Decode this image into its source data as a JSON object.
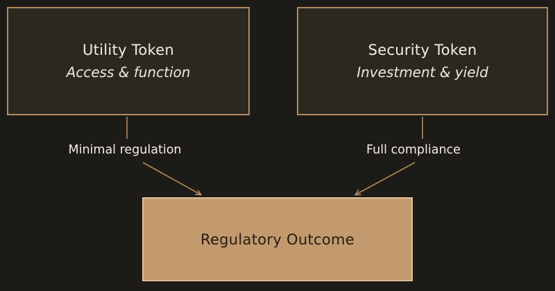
{
  "boxes": {
    "utility": {
      "title": "Utility Token",
      "subtitle": "Access & function"
    },
    "security": {
      "title": "Security Token",
      "subtitle": "Investment & yield"
    },
    "outcome": {
      "label": "Regulatory Outcome"
    }
  },
  "edges": {
    "left_label": "Minimal regulation",
    "right_label": "Full compliance"
  },
  "colors": {
    "background": "#1d1b17",
    "box_fill_dark": "#2b2822",
    "accent_border": "#b08a60",
    "outcome_fill": "#c39a6e",
    "outcome_border": "#dfc09a",
    "text_light": "#f3ede2",
    "text_dark": "#241c12"
  }
}
